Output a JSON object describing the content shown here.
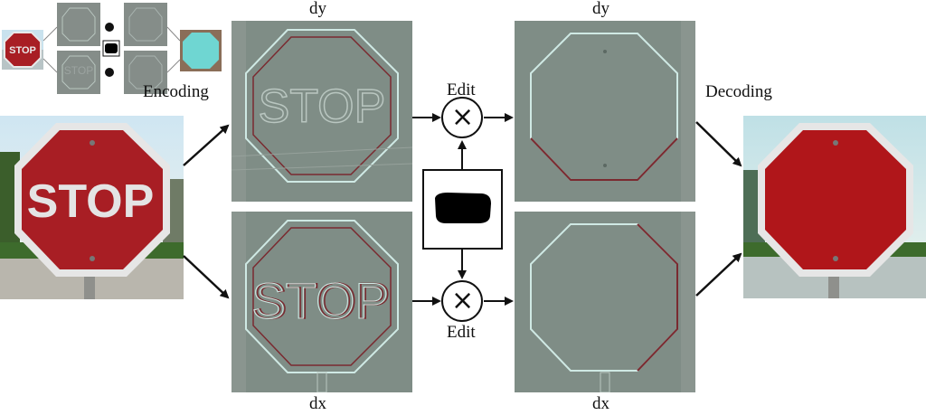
{
  "labels": {
    "encoding": "Encoding",
    "decoding": "Decoding",
    "dy_top_left": "dy",
    "dy_top_right": "dy",
    "dx_bottom_left": "dx",
    "dx_bottom_right": "dx",
    "edit_top": "Edit",
    "edit_bottom": "Edit"
  },
  "sign": {
    "text": "STOP"
  },
  "operator": {
    "symbol": "×"
  },
  "colors": {
    "sign_red": "#a81e24",
    "sign_red_edited": "#b0161a",
    "sign_border": "#e8e8e8",
    "sky_top": "#cfe6f2",
    "sky_bottom": "#f4f7f2",
    "grass": "#3d6b2c",
    "road": "#b9b6ad",
    "gradient_bg": "#7f8d86",
    "edge_light": "#cfe9e4",
    "edge_dark": "#7a2a30",
    "thumb_cyan": "#6fd6d2",
    "mask": "#000000"
  }
}
